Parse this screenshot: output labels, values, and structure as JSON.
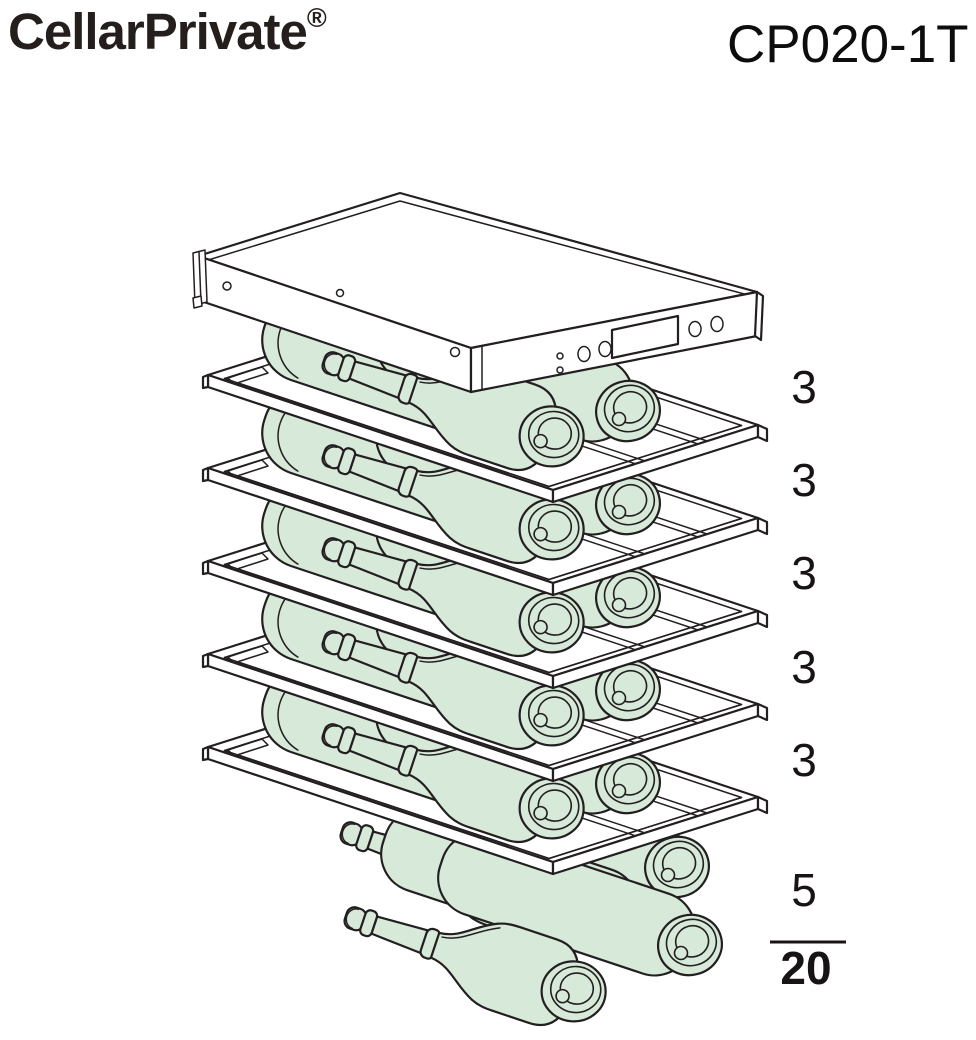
{
  "header": {
    "brand": "CellarPrivate",
    "registered_mark": "®",
    "model": "CP020-1T"
  },
  "capacity": {
    "shelf_counts": [
      "3",
      "3",
      "3",
      "3",
      "3"
    ],
    "base_count": "5",
    "total": "20"
  },
  "colors": {
    "bottle_fill": "#d7e9d8",
    "outline": "#231f20",
    "background": "#ffffff"
  }
}
